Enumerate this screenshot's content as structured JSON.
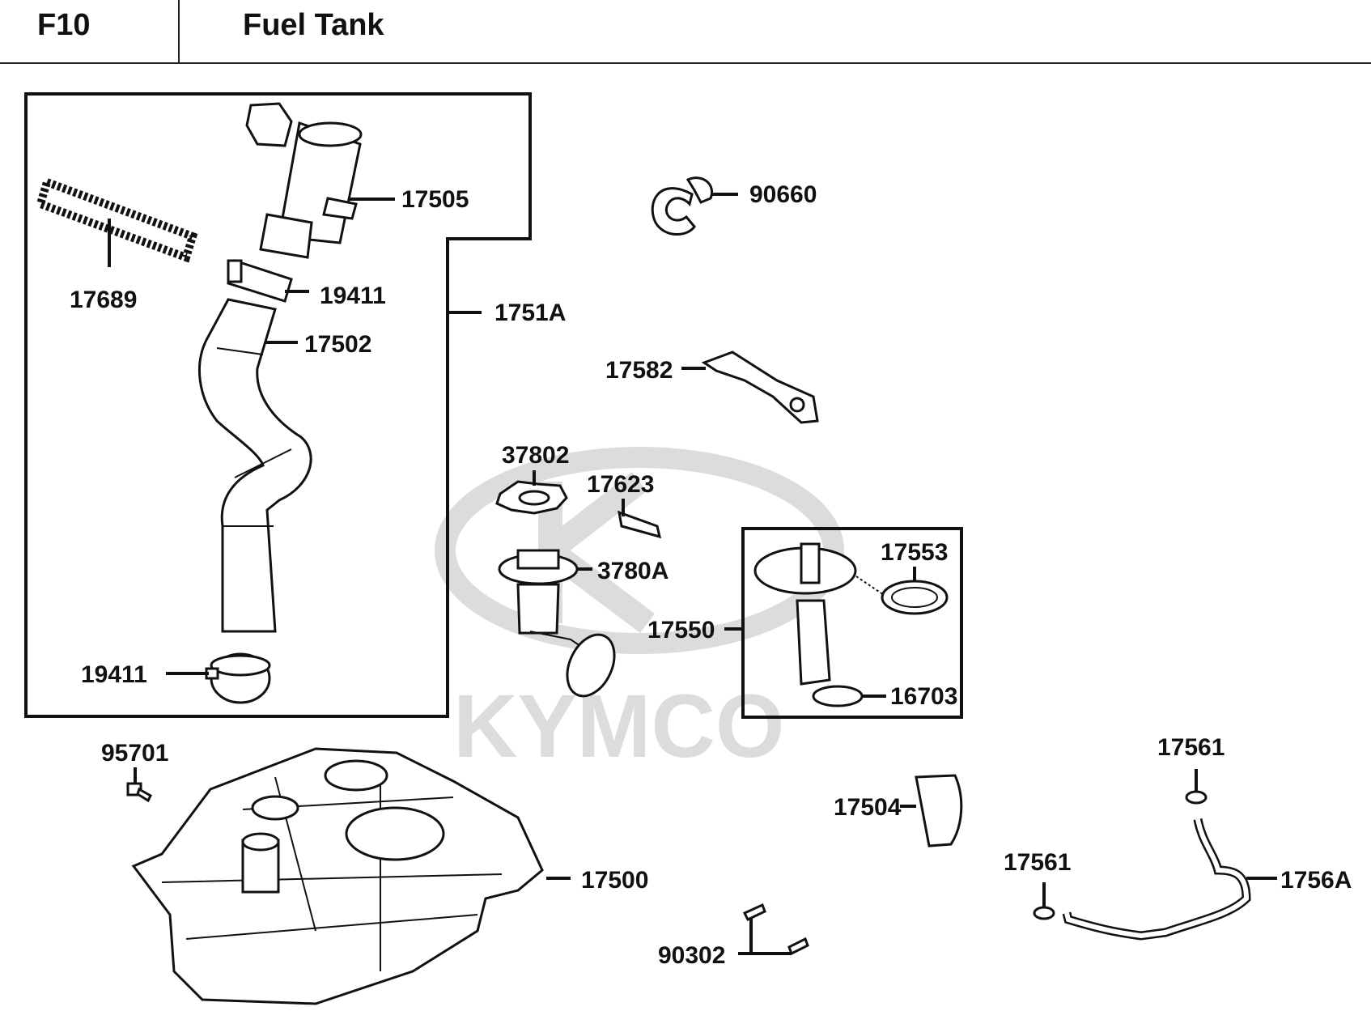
{
  "header": {
    "section_code": "F10",
    "section_title": "Fuel Tank"
  },
  "watermark": {
    "brand": "KYMCO",
    "color": "#dcdcdc"
  },
  "callouts": {
    "p17505": "17505",
    "p90660": "90660",
    "p17689": "17689",
    "p19411_top": "19411",
    "p1751A": "1751A",
    "p17502": "17502",
    "p17582": "17582",
    "p37802": "37802",
    "p17623": "17623",
    "p3780A": "3780A",
    "p17553": "17553",
    "p17550": "17550",
    "p16703": "16703",
    "p19411_bottom": "19411",
    "p95701": "95701",
    "p17561_top": "17561",
    "p17504": "17504",
    "p17561_bottom": "17561",
    "p1756A": "1756A",
    "p17500": "17500",
    "p90302": "90302"
  },
  "colors": {
    "line": "#111111",
    "background": "#ffffff"
  }
}
